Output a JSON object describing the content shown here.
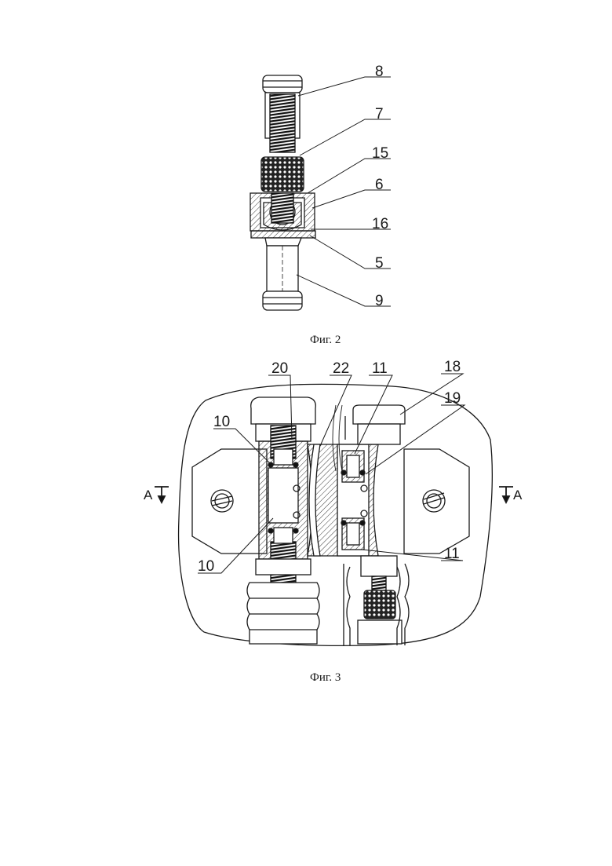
{
  "figure2": {
    "caption": "Фиг. 2",
    "callouts": [
      "8",
      "7",
      "15",
      "6",
      "16",
      "5",
      "9"
    ]
  },
  "figure3": {
    "caption": "Фиг. 3",
    "callouts": [
      "20",
      "22",
      "11",
      "18",
      "19",
      "10",
      "10",
      "11"
    ],
    "section_left": "A",
    "section_right": "A"
  }
}
